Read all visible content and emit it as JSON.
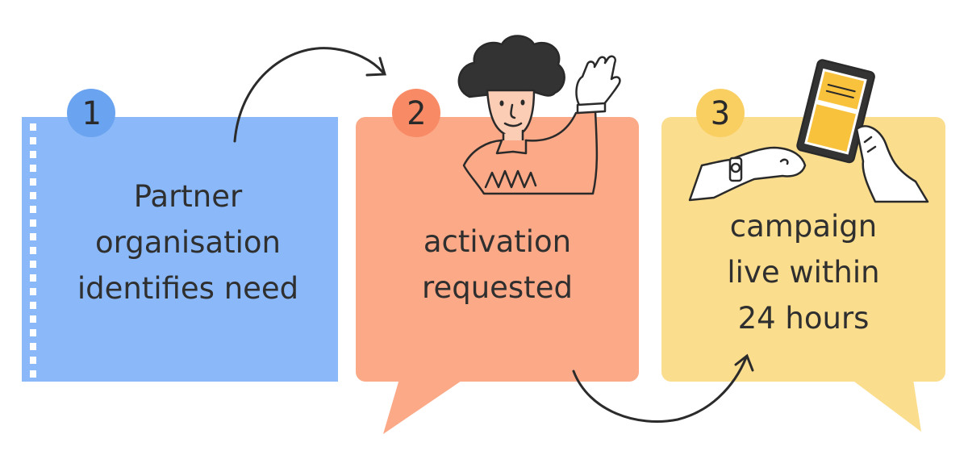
{
  "steps": [
    {
      "number": "1",
      "text": "Partner organisation identifies need",
      "lines": [
        "Partner",
        "organisation",
        "identifies need"
      ],
      "color": "#8ab8f8",
      "badge_color": "#6aa3f0"
    },
    {
      "number": "2",
      "text": "activation requested",
      "lines": [
        "activation",
        "requested"
      ],
      "color": "#fba987",
      "badge_color": "#f88a66"
    },
    {
      "number": "3",
      "text": "campaign live within 24 hours",
      "lines": [
        "campaign",
        "live within",
        "24 hours"
      ],
      "color": "#fbdd8e",
      "badge_color": "#f9cf62"
    }
  ],
  "icons": {
    "step1": "notepad",
    "step2": "person-waving-icon",
    "step3": "tablet-in-hands-icon"
  },
  "colors": {
    "ink": "#2f2f2f"
  }
}
